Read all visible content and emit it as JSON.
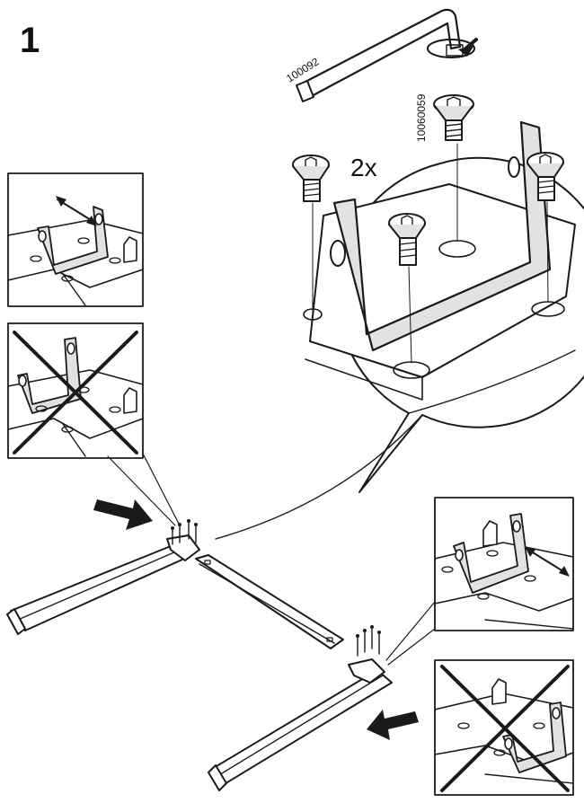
{
  "step_number": "1",
  "hex_key_code": "100092",
  "screw_code": "10060059",
  "screw_quantity": "2x"
}
